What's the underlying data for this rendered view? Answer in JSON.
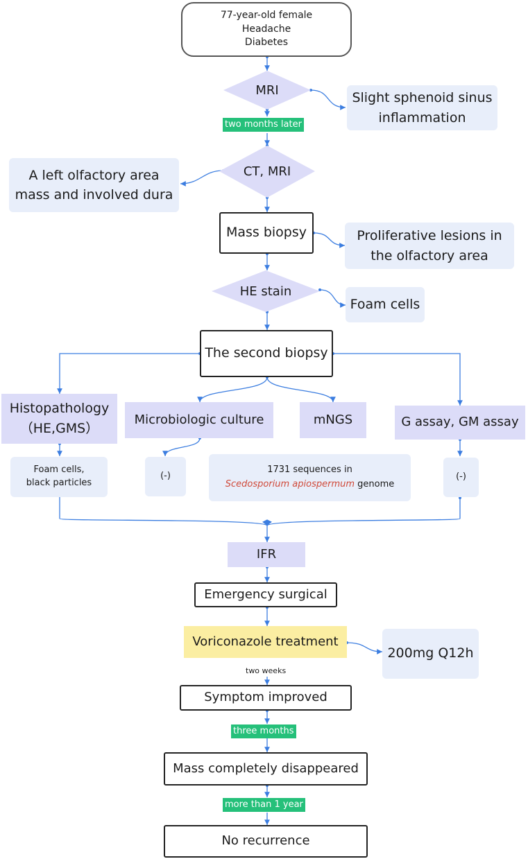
{
  "start": [
    "77-year-old female",
    "Headache",
    "Diabetes"
  ],
  "mri": "MRI",
  "sinus": [
    "Slight sphenoid sinus",
    "inflammation"
  ],
  "delay1": "two months later",
  "ct_mri": "CT, MRI",
  "olfactory_mass": [
    "A left olfactory area",
    "mass and involved dura"
  ],
  "mass_biopsy": "Mass biopsy",
  "proliferative": [
    "Proliferative lesions in",
    "the olfactory area"
  ],
  "he_stain": "HE stain",
  "foam_cells": "Foam cells",
  "second_biopsy": "The second biopsy",
  "histopathology": [
    "Histopathology",
    "（HE,GMS）"
  ],
  "micro_culture": "Microbiologic culture",
  "mngs": "mNGS",
  "g_assay": "G assay, GM assay",
  "foam_black": [
    "Foam cells,",
    "black particles"
  ],
  "culture_result": "(-)",
  "mngs_result": {
    "line1": "1731 sequences in",
    "species": "Scedosporium apiospermum",
    "suffix": " genome"
  },
  "assay_result": "(-)",
  "ifr": "IFR",
  "emergency": "Emergency surgical",
  "voriconazole": "Voriconazole treatment",
  "dose": "200mg Q12h",
  "delay2": "two weeks",
  "improved": "Symptom improved",
  "delay3": "three months",
  "disappeared": "Mass completely disappeared",
  "delay4": "more than 1 year",
  "no_recurrence": "No recurrence",
  "colors": {
    "connector": "#3b7de0",
    "green": "#25c07a",
    "purple": "#dcdcf8",
    "blue": "#e8eefa",
    "yellow": "#fbeea2",
    "species": "#d04a3a"
  }
}
